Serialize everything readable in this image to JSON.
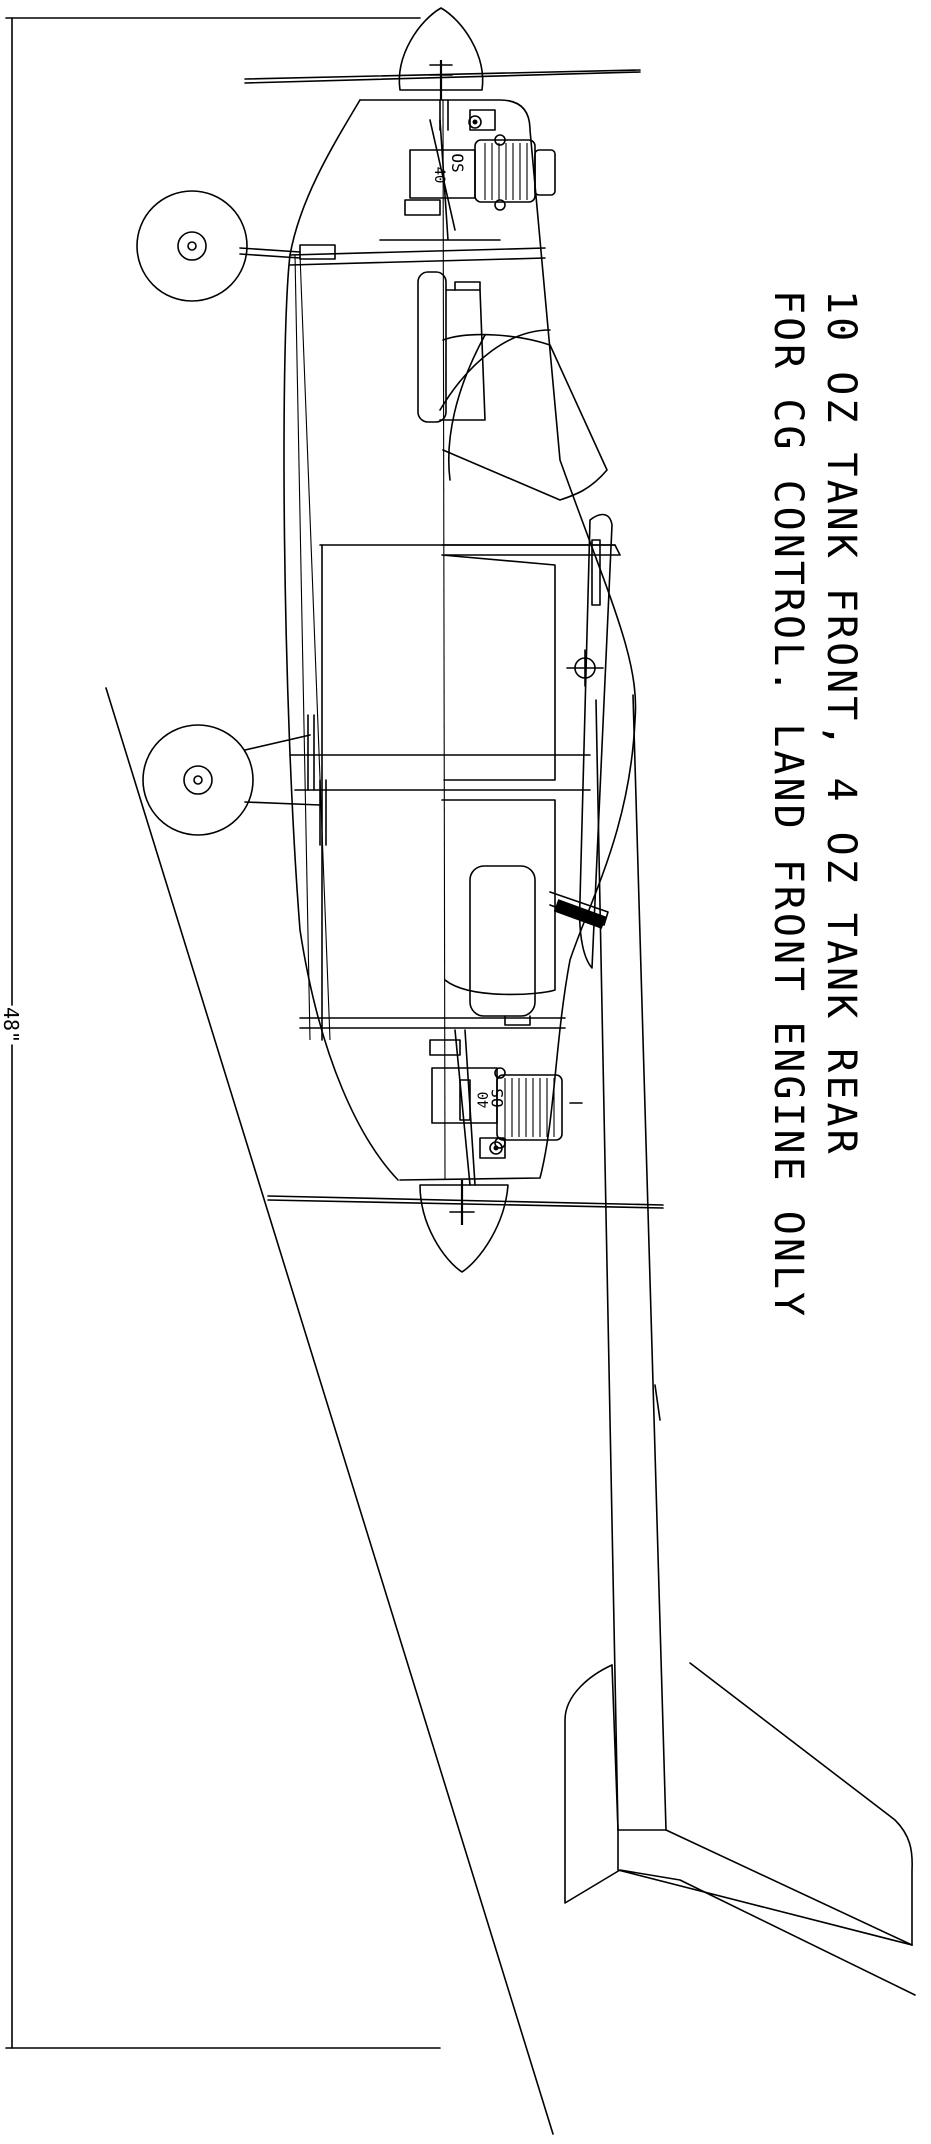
{
  "dimension": {
    "label": "48\""
  },
  "note": {
    "line1": "10 OZ TANK FRONT, 4 OZ TANK REAR",
    "line2": "FOR CG CONTROL. LAND FRONT ENGINE ONLY"
  },
  "engines": {
    "front_label_top": "OS",
    "front_label_bottom": "40",
    "rear_label_top": "OS",
    "rear_label_bottom": "40"
  }
}
